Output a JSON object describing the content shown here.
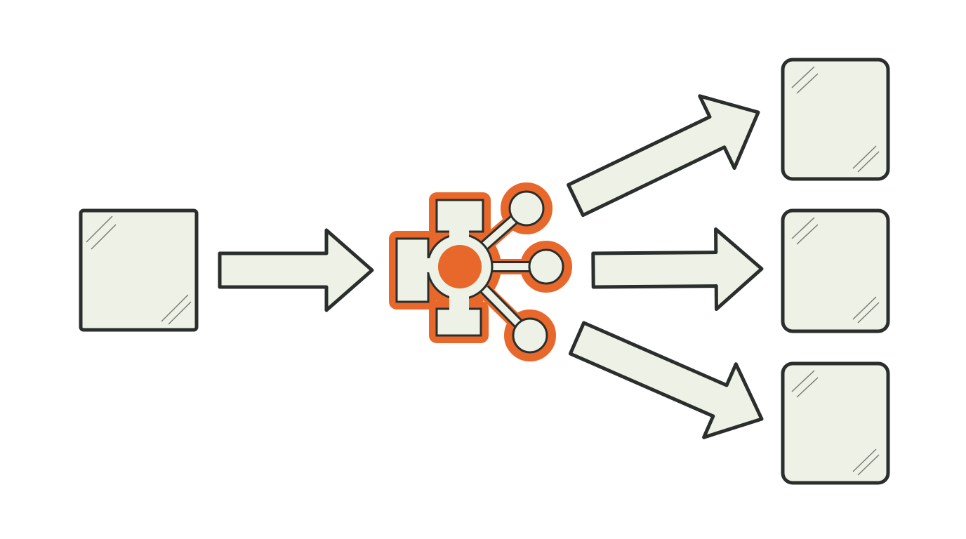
{
  "colors": {
    "background": "#ffffff",
    "box_fill": "#eef2e6",
    "stroke": "#2a2e2c",
    "hub_accent": "#e8672a"
  },
  "icons": {
    "hub": "distribution-hub-icon",
    "source": "source-box",
    "targets": [
      "target-box",
      "target-box",
      "target-box"
    ]
  }
}
